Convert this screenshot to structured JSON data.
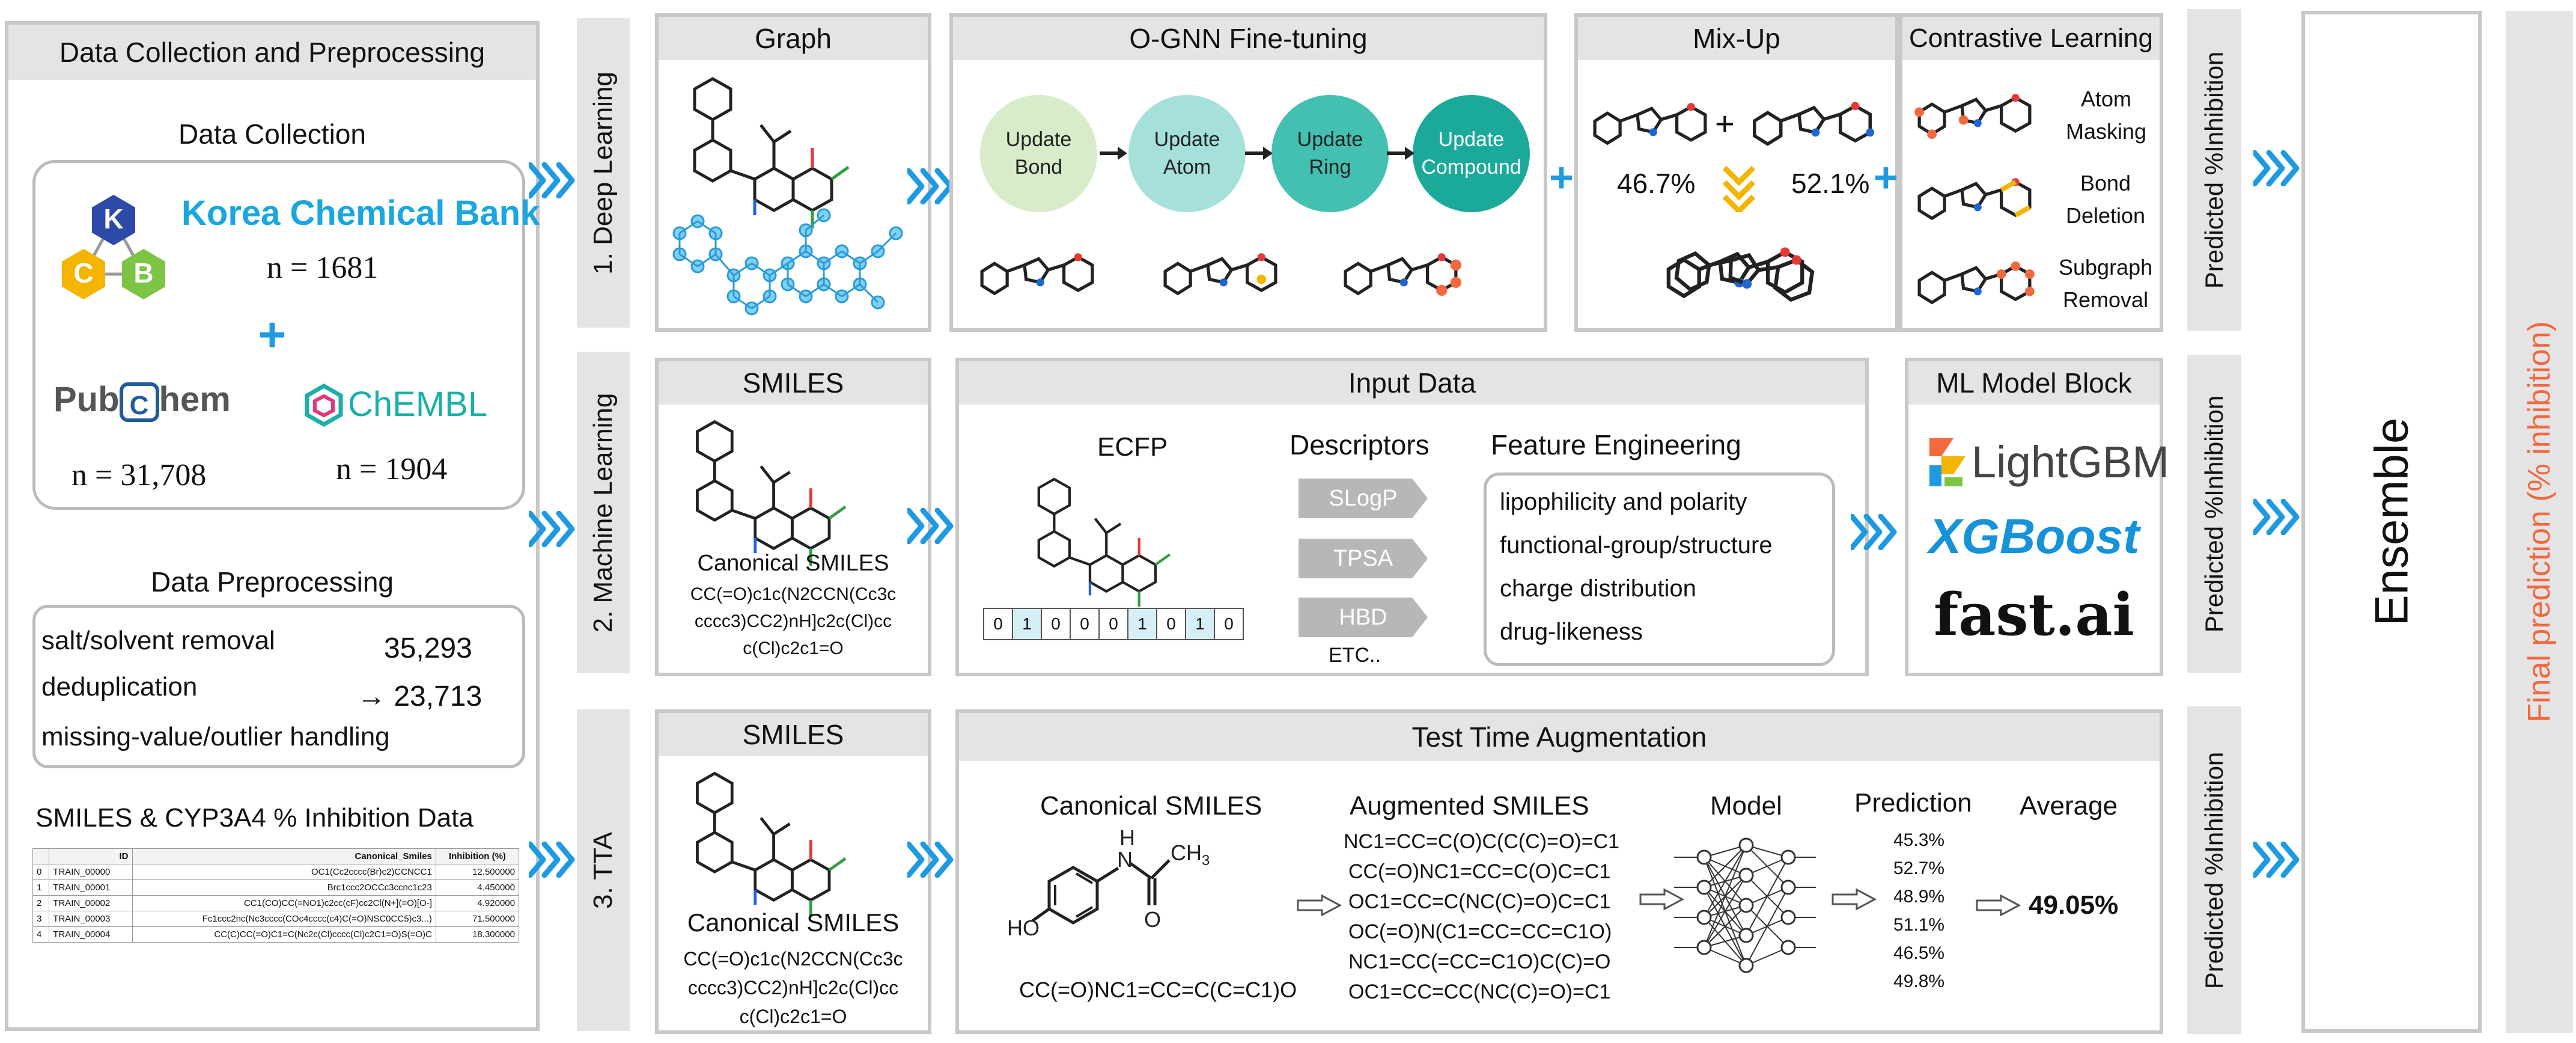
{
  "left": {
    "title": "Data Collection and Preprocessing",
    "data_collection_title": "Data Collection",
    "korea": {
      "logo_letters": [
        "K",
        "C",
        "B"
      ],
      "name": "Korea Chemical Bank",
      "n": "n = 1681"
    },
    "plus": "+",
    "pubchem": {
      "pre": "Pub",
      "letter": "C",
      "post": "hem",
      "n": "n = 31,708"
    },
    "chembl": {
      "name": "ChEMBL",
      "n": "n = 1904"
    },
    "preprocessing_title": "Data Preprocessing",
    "steps": [
      "salt/solvent removal",
      "deduplication",
      "missing-value/outlier handling"
    ],
    "count_before": "35,293",
    "count_after": "→ 23,713",
    "table_title": "SMILES & CYP3A4  % Inhibition Data",
    "table": {
      "headers": [
        "",
        "ID",
        "Canonical_Smiles",
        "Inhibition (%)"
      ],
      "rows": [
        [
          "0",
          "TRAIN_00000",
          "OC1(Cc2cccc(Br)c2)CCNCC1",
          "12.500000"
        ],
        [
          "1",
          "TRAIN_00001",
          "Brc1ccc2OCCc3ccnc1c23",
          "4.450000"
        ],
        [
          "2",
          "TRAIN_00002",
          "CC1(CO)CC(=NO1)c2cc(cF)cc2Cl(N+](=O)[O-]",
          "4.920000"
        ],
        [
          "3",
          "TRAIN_00003",
          "Fc1ccc2nc(Nc3cccc(COc4cccc(c4)C(=O)NSC0CC5)c3...)",
          "71.500000"
        ],
        [
          "4",
          "TRAIN_00004",
          "CC(C)CC(=O)C1=C(Nc2c(Cl)cccc(Cl)c2C1=O)S(=O)C",
          "18.300000"
        ]
      ]
    }
  },
  "rows": [
    {
      "label": "1. Deep Learning"
    },
    {
      "label": "2. Machine Learning"
    },
    {
      "label": "3. TTA"
    }
  ],
  "row1": {
    "graph_title": "Graph",
    "ognn_title": "O-GNN Fine-tuning",
    "ognn_steps": [
      "Update\nBond",
      "Update\nAtom",
      "Update\nRing",
      "Update\nCompound"
    ],
    "plus": "+",
    "mixup_title": "Mix-Up",
    "mixup_left": "46.7%",
    "mixup_right": "52.1%",
    "mixup_plus": "+",
    "contrastive_title": "Contrastive Learning",
    "contrastive_items": [
      "Atom\nMasking",
      "Bond\nDeletion",
      "Subgraph\nRemoval"
    ]
  },
  "row2": {
    "smiles_title": "SMILES",
    "canonical_label": "Canonical SMILES",
    "canonical_value": "CC(=O)c1c(N2CCN(Cc3c\ncccc3)CC2)nH]c2c(Cl)cc\nc(Cl)c2c1=O",
    "input_title": "Input Data",
    "ecfp_label": "ECFP",
    "ecfp_bits": [
      "0",
      "1",
      "0",
      "0",
      "0",
      "1",
      "0",
      "1",
      "0"
    ],
    "descriptors_label": "Descriptors",
    "descriptors": [
      "SLogP",
      "TPSA",
      "HBD"
    ],
    "etc": "ETC..",
    "fe_label": "Feature Engineering",
    "fe_items": [
      "lipophilicity and polarity",
      "functional-group/structure",
      "charge distribution",
      "drug-likeness"
    ],
    "ml_title": "ML Model Block",
    "lightgbm": "LightGBM",
    "xgboost": "XGBoost",
    "fastai": "fast.ai"
  },
  "row3": {
    "smiles_title": "SMILES",
    "canonical_label": "Canonical SMILES",
    "canonical_value": "CC(=O)c1c(N2CCN(Cc3c\ncccc3)CC2)nH]c2c(Cl)cc\nc(Cl)c2c1=O",
    "tta_title": "Test Time Augmentation",
    "canonical_header": "Canonical SMILES",
    "molecule_labels": {
      "h": "H",
      "n": "N",
      "ch3": "CH",
      "ch3_sub": "3",
      "o": "O",
      "ho": "HO"
    },
    "canonical_smiles": "CC(=O)NC1=CC=C(C=C1)O",
    "augmented_header": "Augmented SMILES",
    "augmented": [
      "NC1=CC=C(O)C(C(C)=O)=C1",
      "CC(=O)NC1=CC=C(O)C=C1",
      "OC1=CC=C(NC(C)=O)C=C1",
      "OC(=O)N(C1=CC=CC=C1O)",
      "NC1=CC(=CC=C1O)C(C)=O",
      "OC1=CC=CC(NC(C)=O)=C1"
    ],
    "model_header": "Model",
    "prediction_header": "Prediction",
    "predictions": [
      "45.3%",
      "52.7%",
      "48.9%",
      "51.1%",
      "46.5%",
      "49.8%"
    ],
    "average_header": "Average",
    "average_value": "49.05%"
  },
  "outputs": {
    "predicted_label": "Predicted %Inhibition",
    "ensemble": "Ensemble",
    "final": "Final prediction (% inhibition)"
  },
  "colors": {
    "chevron": "#1e9be0",
    "korea_text": "#1aa6e0",
    "final_text": "#f2683f",
    "node1": "#d9ecc9",
    "node2": "#a6e0da",
    "node3": "#44c0b2",
    "node4": "#1ba99a",
    "xgboost": "#1592d8",
    "pubchem_blue": "#1f5d9a",
    "chembl": "#1ab0a8"
  }
}
